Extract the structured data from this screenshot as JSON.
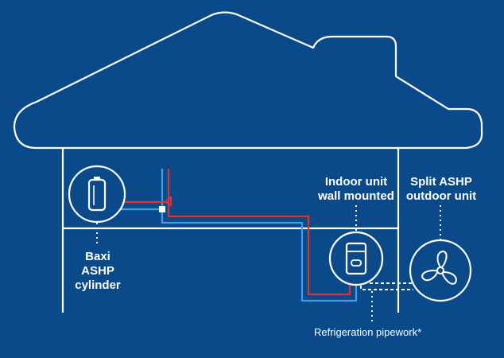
{
  "colors": {
    "background": "#0a4a8a",
    "outline": "#ffffff",
    "hot_pipe": "#e0312f",
    "cold_pipe": "#3aa0e8"
  },
  "labels": {
    "cylinder": [
      "Baxi",
      "ASHP",
      "cylinder"
    ],
    "indoor_unit": [
      "Indoor unit",
      "wall mounted"
    ],
    "outdoor_unit": [
      "Split ASHP",
      "outdoor unit"
    ],
    "refrigeration_note": "Refrigeration pipework*"
  },
  "icons": {
    "cylinder": "cylinder-icon",
    "indoor_unit": "boiler-icon",
    "outdoor_unit": "fan-icon"
  }
}
